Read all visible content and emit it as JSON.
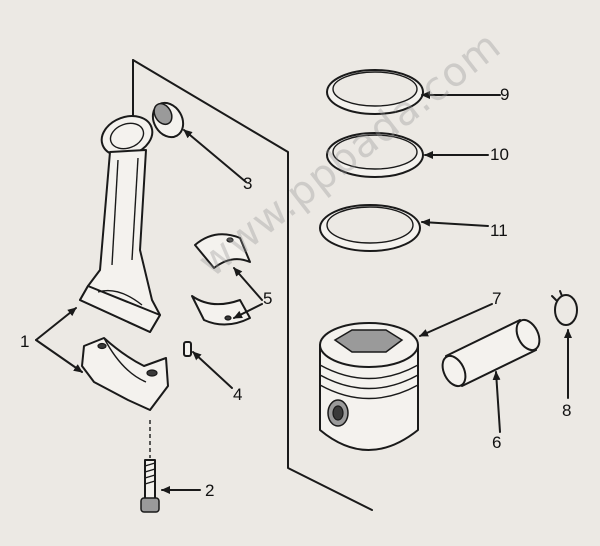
{
  "callouts": [
    {
      "id": "c1",
      "text": "1"
    },
    {
      "id": "c2",
      "text": "2"
    },
    {
      "id": "c3",
      "text": "3"
    },
    {
      "id": "c4",
      "text": "4"
    },
    {
      "id": "c5",
      "text": "5"
    },
    {
      "id": "c6",
      "text": "6"
    },
    {
      "id": "c7",
      "text": "7"
    },
    {
      "id": "c8",
      "text": "8"
    },
    {
      "id": "c9",
      "text": "9"
    },
    {
      "id": "c10",
      "text": "10"
    },
    {
      "id": "c11",
      "text": "11"
    }
  ],
  "watermark": "www.ppbada.com",
  "colors": {
    "background": "#ece9e4",
    "line": "#1a1a1a"
  }
}
